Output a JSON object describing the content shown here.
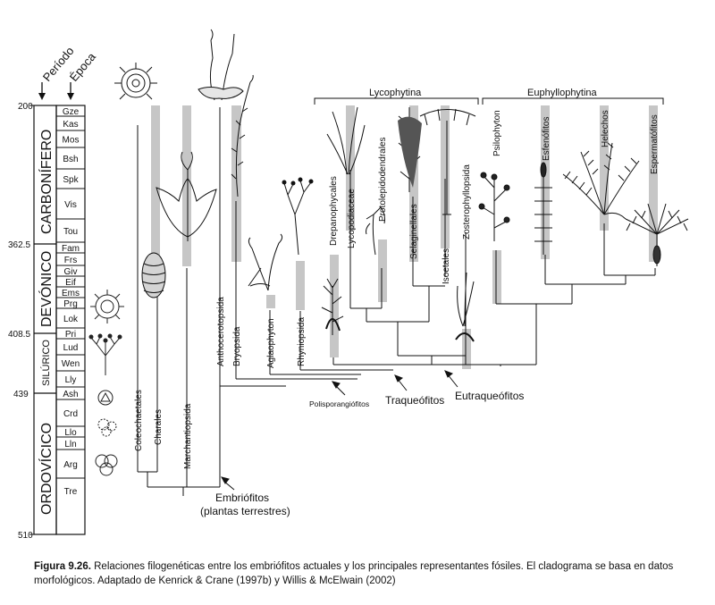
{
  "headers": {
    "period": "Período",
    "epoch": "Época"
  },
  "periods": [
    {
      "name": "CARBONÍFERO",
      "size": "large"
    },
    {
      "name": "DEVÓNICO",
      "size": "large"
    },
    {
      "name": "SILÚRICO",
      "size": "small"
    },
    {
      "name": "ORDOVÍCICO",
      "size": "large"
    }
  ],
  "ages": [
    "200",
    "362.5",
    "408.5",
    "439",
    "510"
  ],
  "epochs": [
    "Gze",
    "Kas",
    "Mos",
    "Bsh",
    "Spk",
    "Vis",
    "Tou",
    "Fam",
    "Frs",
    "Giv",
    "Eif",
    "Ems",
    "Prg",
    "Lok",
    "Pri",
    "Lud",
    "Wen",
    "Lly",
    "Ash",
    "Crd",
    "Llo",
    "Lln",
    "Arg",
    "Tre"
  ],
  "groups": {
    "lycophytina": "Lycophytina",
    "euphyllophytina": "Euphyllophytina"
  },
  "taxa": [
    "Coleochaetales",
    "Charales",
    "Marchantiopsida",
    "Anthocerotopsida",
    "Bryopsida",
    "Aglaophyton",
    "Rhyniopsida",
    "Drepanophycales",
    "Lycopodiaceae",
    "Protolepidodendrales",
    "Selaginellales",
    "Isoetales",
    "Zosterophyllopsida",
    "Psilophyton",
    "Esfenófitos",
    "Helechos",
    "Espermatófitos"
  ],
  "nodes": {
    "embriofitos_1": "Embriófitos",
    "embriofitos_2": "(plantas terrestres)",
    "polisporangiofitos": "Polisporangiófitos",
    "traqueofitos": "Traqueófitos",
    "eutraqueofitos": "Eutraqueófitos"
  },
  "caption": {
    "figure": "Figura 9.26.",
    "text": "Relaciones filogenéticas entre los embriófitos actuales y los principales representantes fósiles. El cladograma se basa en datos morfológicos. Adaptado de Kenrick & Crane (1997b) y Willis & McElwain (2002)"
  }
}
